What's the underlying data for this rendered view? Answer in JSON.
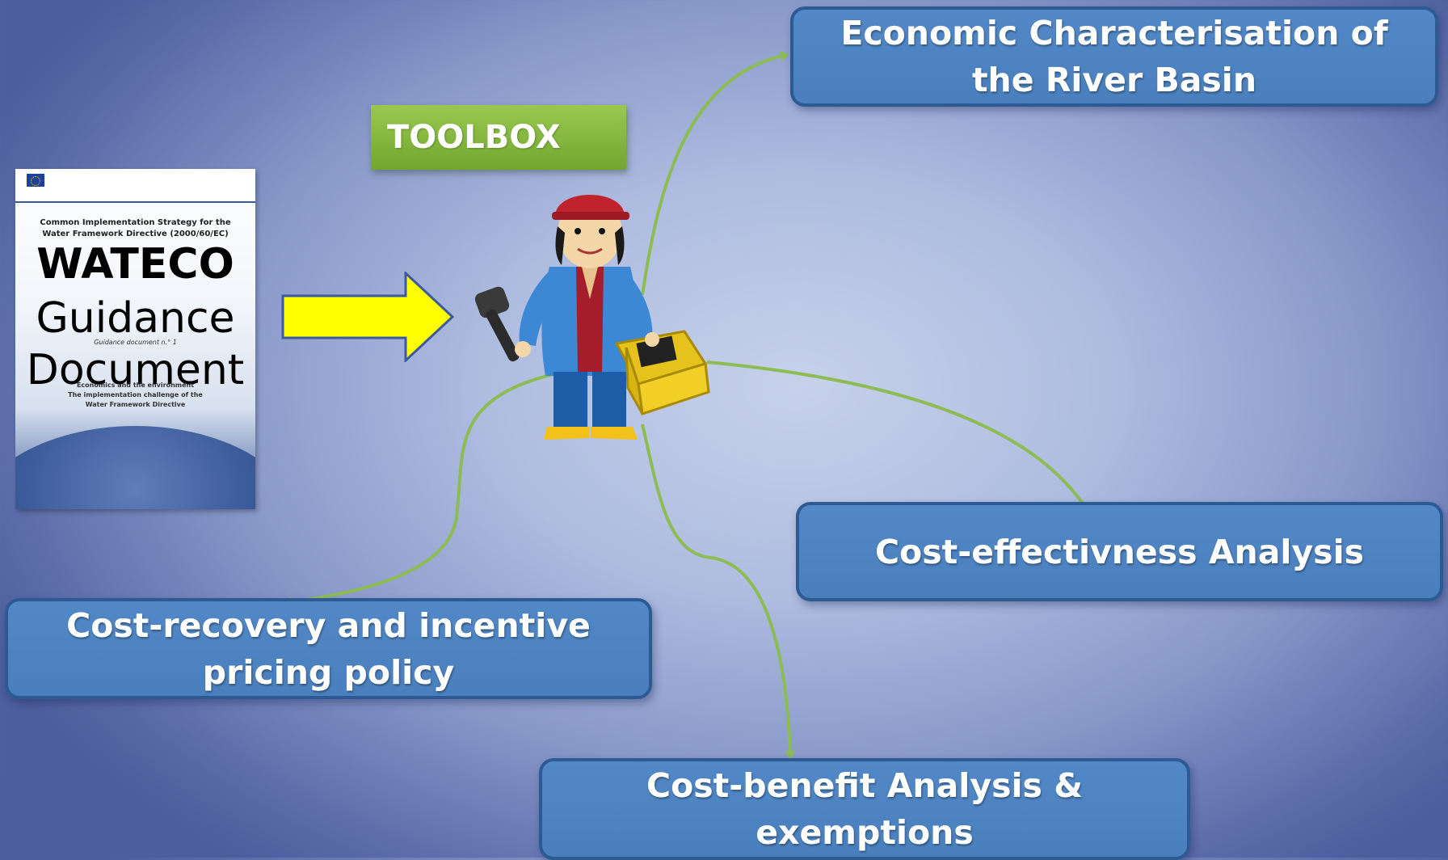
{
  "document": {
    "subtitle_line1": "Common Implementation Strategy for the",
    "subtitle_line2": "Water Framework Directive (2000/60/EC)",
    "title": "WATECO",
    "title_line2": "Guidance",
    "title_line3": "Document",
    "note": "Guidance document n.° 1",
    "desc_line1": "Economics and the environment",
    "desc_line2": "The implementation challenge of the",
    "desc_line3": "Water Framework Directive"
  },
  "toolbox": {
    "label": "TOOLBOX"
  },
  "topics": {
    "economic": "Economic Characterisation of the River Basin",
    "cea": "Cost-effectivness Analysis",
    "recovery": "Cost-recovery and incentive pricing policy",
    "cba": "Cost-benefit Analysis & exemptions"
  },
  "colors": {
    "box_fill": "#4f84c4",
    "box_border": "#2e5a93",
    "toolbox_green": "#8cbd45",
    "arrow_yellow": "#ffff00",
    "connector_green": "#8dbb54"
  },
  "icons": {
    "arrow": "right-arrow-icon",
    "figure": "worker-figure-icon",
    "flag": "eu-flag-icon"
  }
}
